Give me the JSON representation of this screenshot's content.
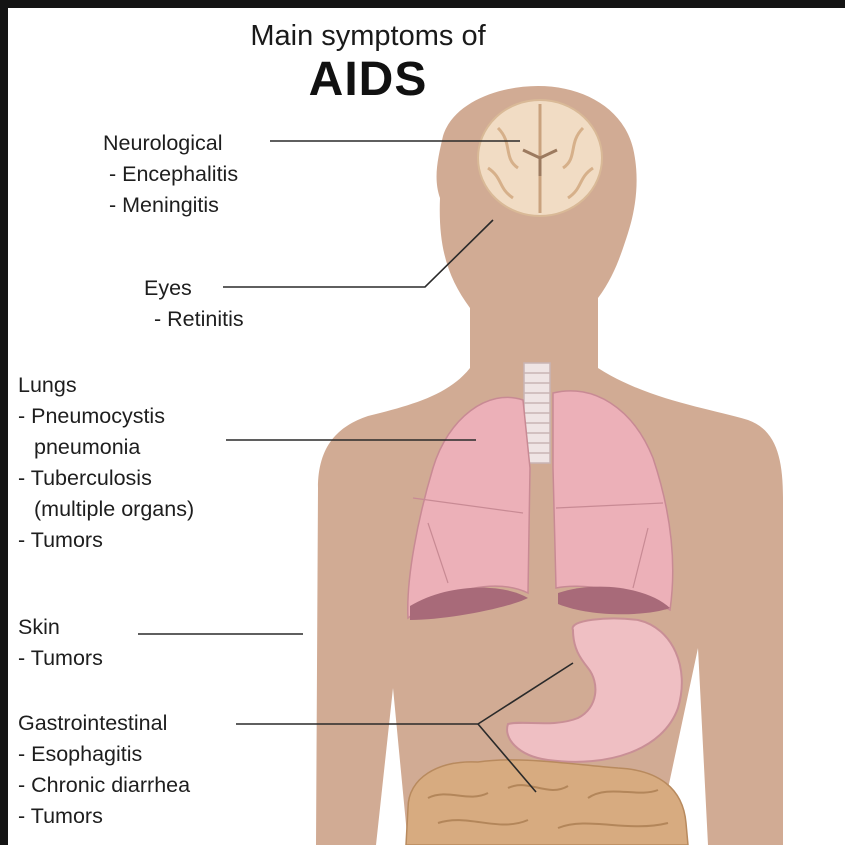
{
  "title": {
    "line1": "Main symptoms of",
    "line2": "AIDS"
  },
  "sections": {
    "neurological": {
      "heading": "Neurological",
      "items": [
        "- Encephalitis",
        "- Meningitis"
      ]
    },
    "eyes": {
      "heading": "Eyes",
      "items": [
        "- Retinitis"
      ]
    },
    "lungs": {
      "heading": "Lungs",
      "items": [
        "- Pneumocystis",
        "pneumonia",
        "- Tuberculosis",
        "(multiple organs)",
        "- Tumors"
      ]
    },
    "skin": {
      "heading": "Skin",
      "items": [
        "- Tumors"
      ]
    },
    "gastrointestinal": {
      "heading": "Gastrointestinal",
      "items": [
        "- Esophagitis",
        "- Chronic diarrhea",
        "- Tumors"
      ]
    }
  },
  "colors": {
    "skin": "#d1ab94",
    "lungs": "#ecb0b8",
    "brain": "#f1dcc4",
    "stomach": "#efbfc3",
    "intestine": "#d7ab80",
    "leader_line": "#2a2a2a"
  }
}
